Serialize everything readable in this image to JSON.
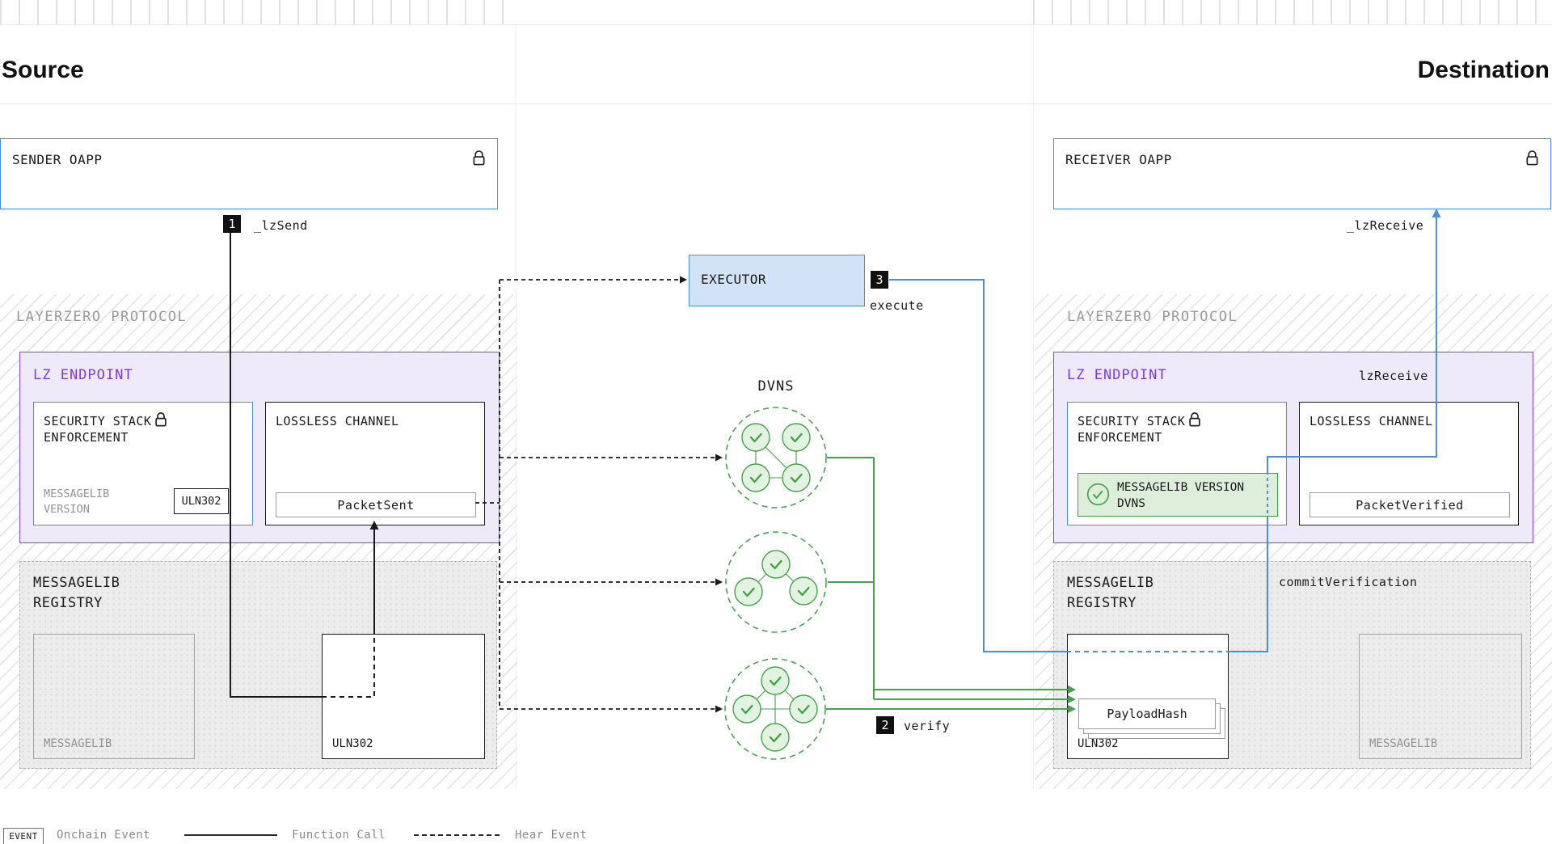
{
  "header": {
    "source": "Source",
    "destination": "Destination"
  },
  "sender_oapp": {
    "title": "SENDER OAPP"
  },
  "receiver_oapp": {
    "title": "RECEIVER OAPP"
  },
  "executor": {
    "title": "EXECUTOR"
  },
  "dvns_label": "DVNS",
  "badges": {
    "send": "1",
    "verify": "2",
    "execute": "3"
  },
  "calls": {
    "lzsend": "_lzSend",
    "lzreceive_outer": "_lzReceive",
    "lzreceive_inner": "lzReceive",
    "execute": "execute",
    "verify": "verify",
    "commit_verification": "commitVerification"
  },
  "protocol": {
    "title": "LAYERZERO PROTOCOL",
    "endpoint_title": "LZ ENDPOINT",
    "security_stack": {
      "title_lines": [
        "SECURITY STACK",
        "ENFORCEMENT"
      ],
      "messagelib_version_lines": [
        "MESSAGELIB",
        "VERSION"
      ],
      "uln": "ULN302",
      "verified_lines": [
        "MESSAGELIB VERSION",
        "DVNS"
      ]
    },
    "lossless_channel": {
      "title": "LOSSLESS CHANNEL",
      "packet_sent": "PacketSent",
      "packet_verified": "PacketVerified"
    },
    "registry": {
      "title_lines": [
        "MESSAGELIB",
        "REGISTRY"
      ],
      "messagelib": "MESSAGELIB",
      "uln": "ULN302",
      "payload_hash": "PayloadHash"
    }
  },
  "legend": {
    "event": "EVENT",
    "onchain": "Onchain Event",
    "function_call": "Function Call",
    "hear_event": "Hear Event"
  },
  "colors": {
    "blue": "#4a90d9",
    "purple": "#8142e8",
    "green": "#44a248",
    "black": "#1a1a1a"
  }
}
